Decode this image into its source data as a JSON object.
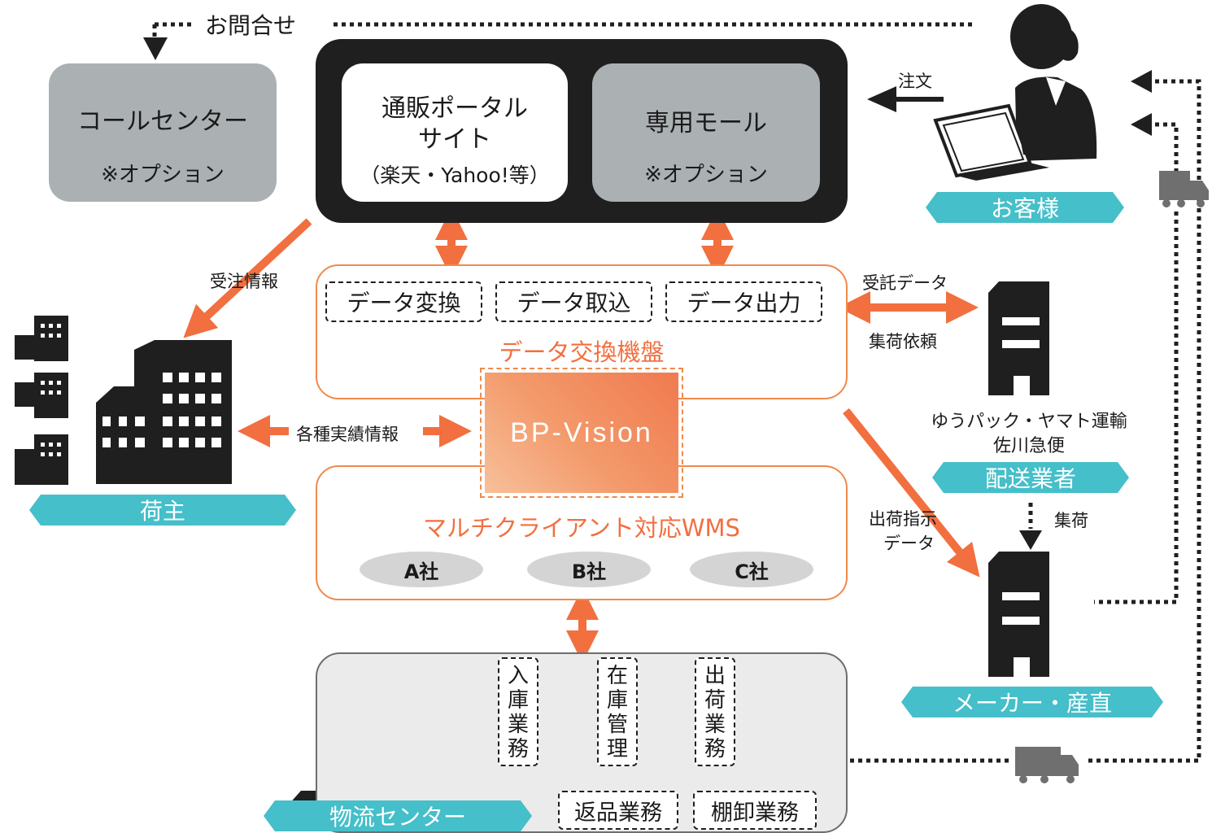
{
  "inquiry_label": "お問合せ",
  "call_center": {
    "title": "コールセンター",
    "note": "※オプション"
  },
  "portal": {
    "site_line1": "通販ポータル",
    "site_line2": "サイト",
    "site_sub": "（楽天・Yahoo!等）",
    "mall_title": "専用モール",
    "mall_note": "※オプション"
  },
  "data_exchange": {
    "boxes": [
      "データ変換",
      "データ取込",
      "データ出力"
    ],
    "title": "データ交換機盤"
  },
  "core_label": "BP-Vision",
  "wms": {
    "title": "マルチクライアント対応WMS",
    "companies": [
      "A社",
      "B社",
      "C社"
    ]
  },
  "logistics": {
    "steps": [
      "入庫業務",
      "在庫管理",
      "出荷業務"
    ],
    "sub_tasks": [
      "返品業務",
      "棚卸業務"
    ],
    "banner": "物流センター"
  },
  "shipper": {
    "banner": "荷主"
  },
  "customer": {
    "banner": "お客様",
    "order_label": "注文"
  },
  "carrier": {
    "names_line1": "ゆうパック・ヤマト運輸",
    "names_line2": "佐川急便",
    "banner": "配送業者"
  },
  "maker": {
    "banner": "メーカー・産直"
  },
  "flows": {
    "order_info": "受注情報",
    "results_info": "各種実績情報",
    "consign_data": "受託データ",
    "pickup_request": "集荷依頼",
    "ship_instruction_1": "出荷指示",
    "ship_instruction_2": "データ",
    "pickup": "集荷"
  },
  "colors": {
    "orange": "#f26f3f",
    "teal": "#45bfc9",
    "gray_box": "#abb0b3",
    "dark": "#1f1f1f"
  }
}
